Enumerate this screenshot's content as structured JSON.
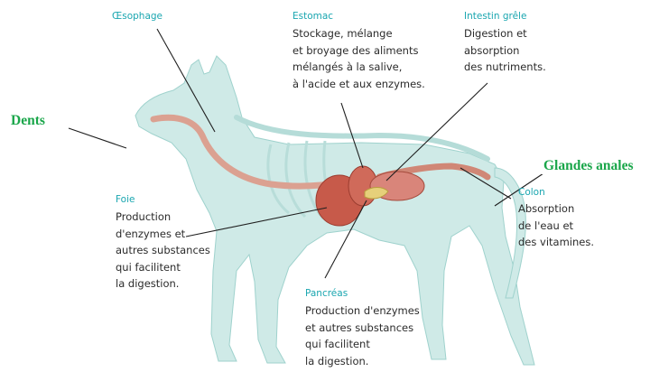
{
  "labels": {
    "oesophage": {
      "title": "Œsophage"
    },
    "estomac": {
      "title": "Estomac",
      "description": "Stockage, mélange\net broyage des aliments\nmélangés à la salive,\nà l'acide et aux enzymes."
    },
    "intestin_grele": {
      "title": "Intestin grêle",
      "description": "Digestion et\nabsorption\ndes nutriments."
    },
    "foie": {
      "title": "Foie",
      "description": "Production\nd'enzymes et\nautres substances\nqui facilitent\nla digestion."
    },
    "pancreas": {
      "title": "Pancréas",
      "description": "Production d'enzymes\net autres substances\nqui facilitent\nla digestion."
    },
    "colon": {
      "title": "Colon",
      "description": "Absorption\nde l'eau et\ndes vitamines."
    }
  },
  "overlay_labels": {
    "dents": "Dents",
    "glandes_anales": "Glandes anales"
  },
  "colors": {
    "heading": "#1aa6b0",
    "overlay_label": "#1aa64a",
    "body_silhouette": "#cfeae7",
    "organs": "#c75a4a"
  }
}
